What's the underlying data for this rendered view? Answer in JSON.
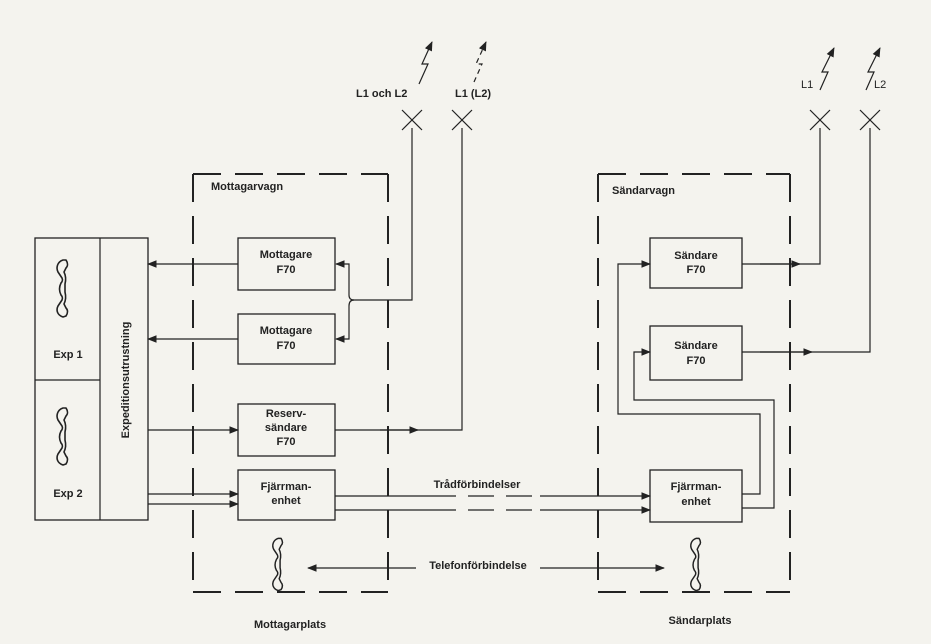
{
  "antennas_rx": {
    "label1": "L1 och L2",
    "label2": "L1 (L2)"
  },
  "antennas_tx": {
    "label1": "L1",
    "label2": "L2"
  },
  "receiver_station": {
    "title": "Mottagarvagn",
    "place_label": "Mottagarplats",
    "boxes": {
      "receiver1": [
        "Mottagare",
        "F70"
      ],
      "receiver2": [
        "Mottagare",
        "F70"
      ],
      "reserve": [
        "Reserv-",
        "sändare",
        "F70"
      ],
      "remote": [
        "Fjärrman-",
        "enhet"
      ]
    }
  },
  "transmitter_station": {
    "title": "Sändarvagn",
    "place_label": "Sändarplats",
    "boxes": {
      "transmitter1": [
        "Sändare",
        "F70"
      ],
      "transmitter2": [
        "Sändare",
        "F70"
      ],
      "remote": [
        "Fjärrman-",
        "enhet"
      ]
    }
  },
  "expedition": {
    "label": "Expeditionsutrustning",
    "exp1": "Exp 1",
    "exp2": "Exp 2",
    "phone_icon": "telephone-handset-icon"
  },
  "connections": {
    "wire": "Trådförbindelser",
    "phone": "Telefonförbindelse"
  }
}
